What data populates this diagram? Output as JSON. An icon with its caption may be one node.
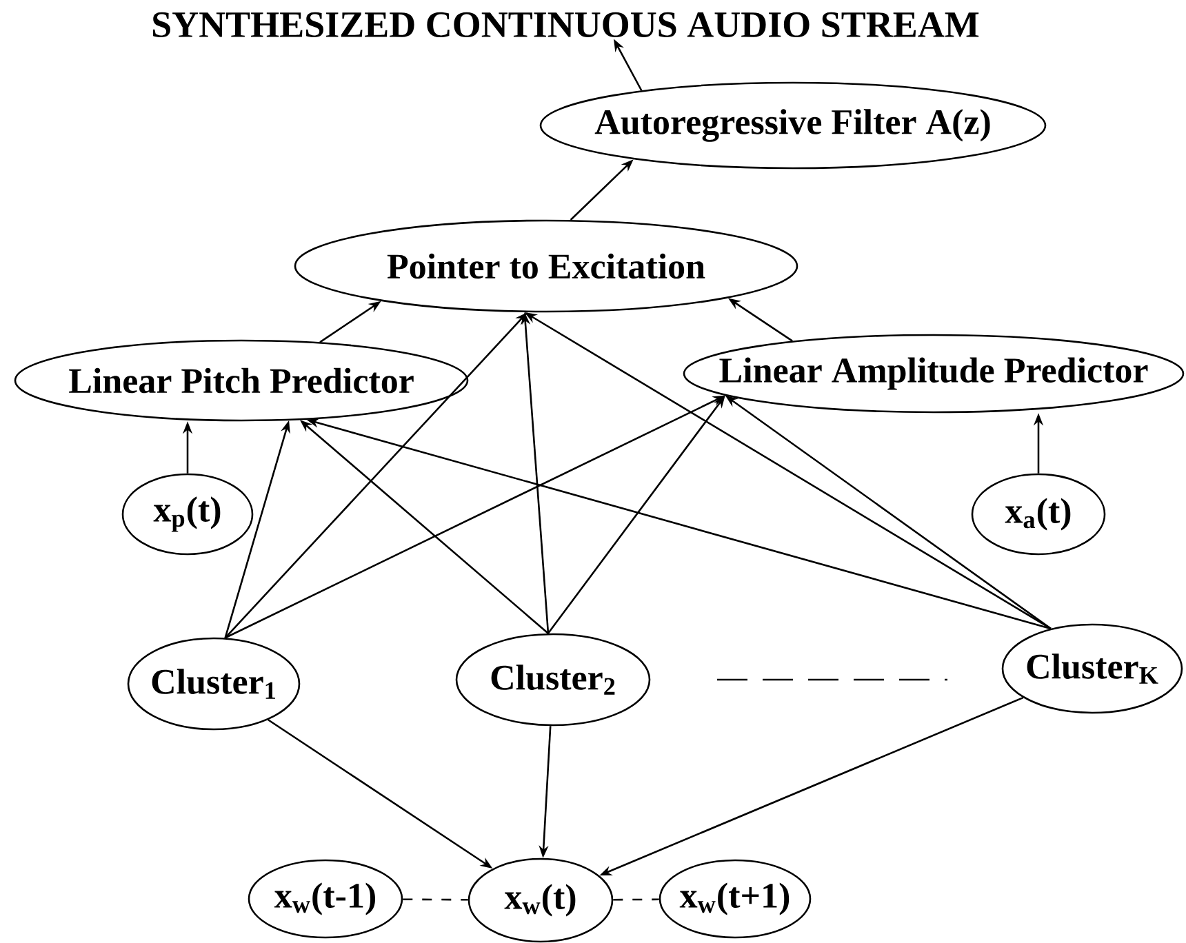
{
  "diagram": {
    "nodes": [
      {
        "text": [
          "SYNTHESIZED CONTINUOUS  AUDIO STREAM"
        ]
      },
      {
        "text": [
          "Autoregressive Filter A(z)"
        ]
      },
      {
        "text": [
          "Pointer to Excitation"
        ]
      },
      {
        "text": [
          "Linear Pitch Predictor"
        ]
      },
      {
        "text": [
          "Linear Amplitude Predictor"
        ]
      },
      {
        "text": [
          "x$_{p}$(t)"
        ]
      },
      {
        "text": [
          "x$_{a}$(t)"
        ]
      },
      {
        "text": [
          "Cluster$_{1}$"
        ]
      },
      {
        "text": [
          "Cluster$_{2}$"
        ]
      },
      {
        "text": [
          "Cluster$_{K}$"
        ]
      },
      {
        "text": [
          "x$_{w}$(t-1)"
        ]
      },
      {
        "text": [
          "x$_{w}$(t)"
        ]
      },
      {
        "text": [
          "x$_{w}$(t+1)"
        ]
      }
    ],
    "edges": [
      {
        "from": 1,
        "to": 0,
        "arrow": "to"
      },
      {
        "from": 2,
        "to": 1,
        "arrow": "to"
      },
      {
        "from": 3,
        "to": 2,
        "arrow": "to"
      },
      {
        "from": 4,
        "to": 2,
        "arrow": "to"
      },
      {
        "from": 5,
        "to": 3,
        "arrow": "to"
      },
      {
        "from": 6,
        "to": 4,
        "arrow": "to"
      },
      {
        "from": 7,
        "to": 3,
        "arrow": "to"
      },
      {
        "from": 7,
        "to": 2,
        "arrow": "to"
      },
      {
        "from": 7,
        "to": 4,
        "arrow": "to"
      },
      {
        "from": 8,
        "to": 3,
        "arrow": "to"
      },
      {
        "from": 8,
        "to": 2,
        "arrow": "to"
      },
      {
        "from": 8,
        "to": 4,
        "arrow": "to"
      },
      {
        "from": 9,
        "to": 3,
        "arrow": "to"
      },
      {
        "from": 9,
        "to": 2,
        "arrow": "to"
      },
      {
        "from": 9,
        "to": 4,
        "arrow": "to"
      },
      {
        "from": 7,
        "to": 11,
        "arrow": "to"
      },
      {
        "from": 8,
        "to": 11,
        "arrow": "to"
      },
      {
        "from": 9,
        "to": 11,
        "arrow": "to"
      },
      {
        "from": 10,
        "to": 11,
        "arrow": "none",
        "style": "dashed"
      },
      {
        "from": 11,
        "to": 12,
        "arrow": "none",
        "style": "dashed"
      }
    ]
  }
}
